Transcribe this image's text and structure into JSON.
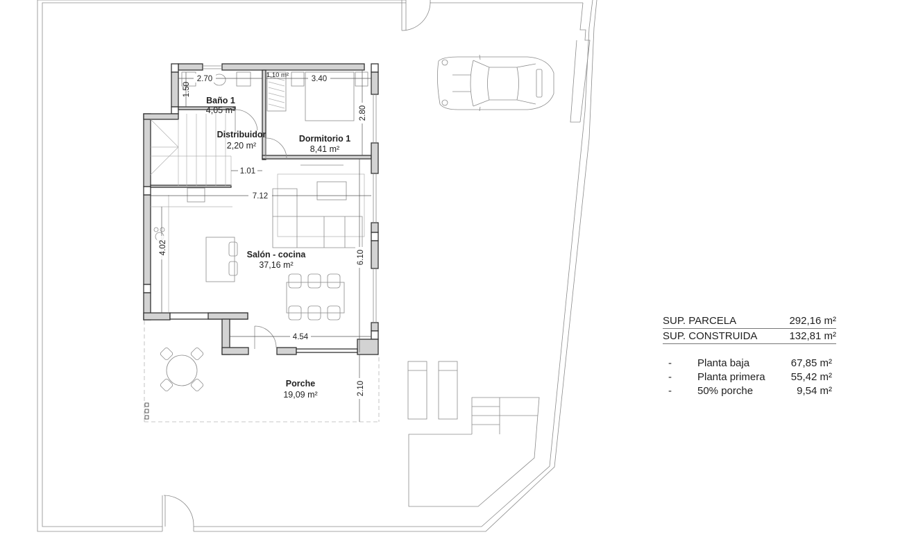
{
  "plan": {
    "rooms": [
      {
        "id": "bano-1",
        "name": "Baño 1",
        "area": "4,05 m²"
      },
      {
        "id": "distribuidor",
        "name": "Distribuidor",
        "area": "2,20 m²"
      },
      {
        "id": "dormitorio-1",
        "name": "Dormitorio 1",
        "area": "8,41 m²"
      },
      {
        "id": "salon-cocina",
        "name": "Salón - cocina",
        "area": "37,16 m²"
      },
      {
        "id": "porche",
        "name": "Porche",
        "area": "19,09 m²"
      }
    ],
    "dimensions": {
      "bano_width": "2.70",
      "bano_depth": "1.50",
      "closet_area": "1,10 m²",
      "dormitorio_width": "3.40",
      "dormitorio_depth": "2.80",
      "distribuidor_width": "1.01",
      "salon_width": "7.12",
      "salon_depth_left": "4.02",
      "salon_depth_right": "6.10",
      "salon_bottom_width": "4.54",
      "porche_depth": "2.10"
    }
  },
  "summary": {
    "parcela_label": "SUP. PARCELA",
    "parcela_value": "292,16 m²",
    "construida_label": "SUP. CONSTRUIDA",
    "construida_value": "132,81 m²",
    "breakdown": [
      {
        "bullet": "-",
        "label": "Planta baja",
        "value": "67,85 m²"
      },
      {
        "bullet": "-",
        "label": "Planta primera",
        "value": "55,42 m²"
      },
      {
        "bullet": "-",
        "label": "50% porche",
        "value": "9,54 m²"
      }
    ]
  }
}
